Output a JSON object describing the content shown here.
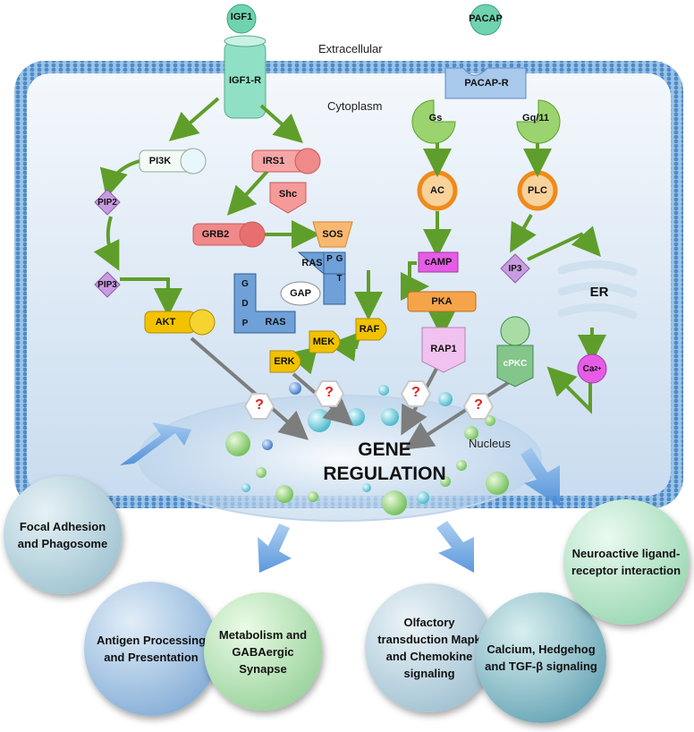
{
  "labels": {
    "extracellular": "Extracellular",
    "cytoplasm": "Cytoplasm",
    "nucleus": "Nucleus",
    "gene_regulation_line1": "GENE",
    "gene_regulation_line2": "REGULATION",
    "er": "ER",
    "unknown_mark": "?"
  },
  "ligands": {
    "igf1": "IGF1",
    "pacap": "PACAP"
  },
  "receptors": {
    "igf1r": "IGF1-R",
    "pacapr": "PACAP-R"
  },
  "molecules": {
    "gs": "Gs",
    "gq11": "Gq/11",
    "pi3k": "PI3K",
    "irs1": "IRS1",
    "shc": "Shc",
    "grb2": "GRB2",
    "sos": "SOS",
    "pip2": "PIP2",
    "pip3": "PIP3",
    "akt": "AKT",
    "ras_top": "RAS",
    "gtp": "G T P",
    "gdp": "G D P",
    "ras_bottom": "RAS",
    "gap": "GAP",
    "raf": "RAF",
    "mek": "MEK",
    "erk": "ERK",
    "ac": "AC",
    "camp": "cAMP",
    "pka": "PKA",
    "rap1": "RAP1",
    "plc": "PLC",
    "ip3": "IP3",
    "ca": "Ca",
    "ca_sup": "2+",
    "cpkc": "cPKC"
  },
  "outcomes": {
    "focal": "Focal Adhesion and Phagosome",
    "antigen": "Antigen Processing and Presentation",
    "metabolism": "Metabolism and GABAergic Synapse",
    "olfactory": "Olfactory transduction Mapk and Chemokine signaling",
    "calcium": "Calcium, Hedgehog and TGF-β signaling",
    "neuroactive": "Neuroactive ligand-receptor interaction"
  },
  "colors": {
    "membrane": "#7fb0dc",
    "cell_fill": "#dfeaf6",
    "arrow_green": "#5f9e2a",
    "arrow_gray": "#7d7d7d",
    "ras_blue": "#6fa0d8",
    "grb2_red": "#e66e6e",
    "akt_gold": "#f2c200",
    "ac_orange": "#ef8a1a",
    "camp_magenta": "#e65ce6",
    "pip_purple": "#c99be0"
  }
}
